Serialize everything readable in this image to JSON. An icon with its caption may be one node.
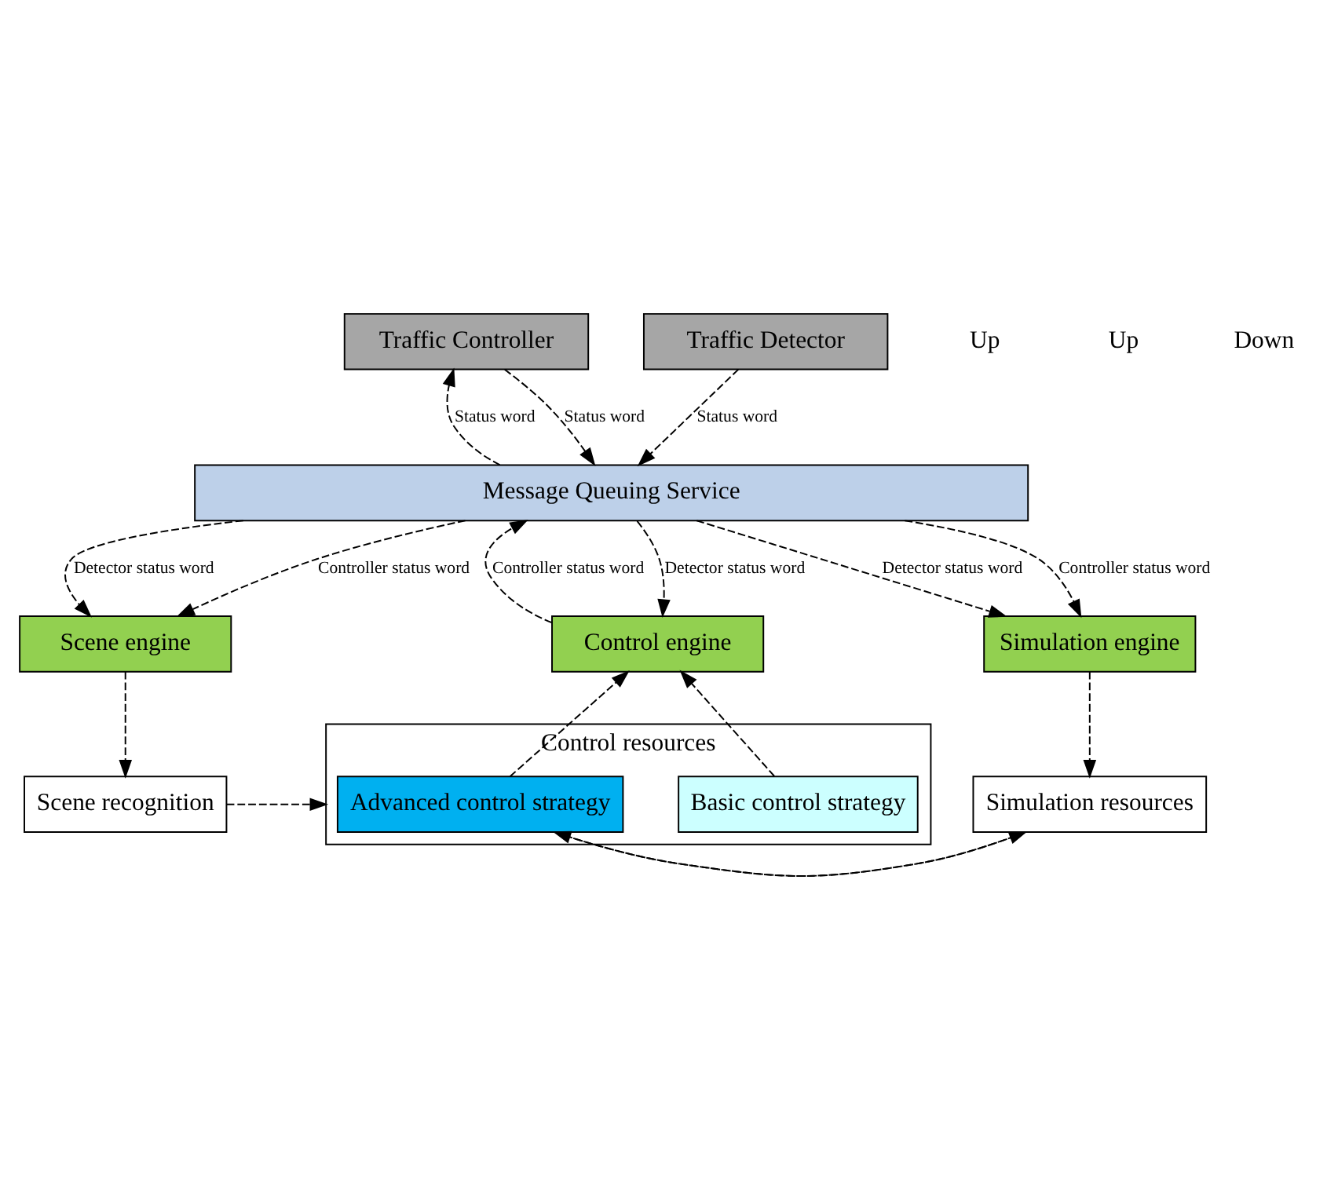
{
  "diagram": {
    "nodes": [
      {
        "text": [
          "Scene recognition"
        ]
      },
      {
        "text": [
          "Simulation resources"
        ]
      },
      {
        "text": [
          "Control resources"
        ]
      },
      {
        "text": [
          "Advanced control strategy"
        ],
        "in": 2
      },
      {
        "text": [
          "Basic control strategy"
        ],
        "in": 2
      },
      {
        "text": [
          "Scene engine"
        ]
      },
      {
        "text": [
          "Simulation engine"
        ]
      },
      {
        "text": [
          "Control engine"
        ]
      },
      {
        "text": [
          "Message Queuing Service"
        ]
      },
      {
        "text": [
          "Traffic Detector"
        ]
      },
      {
        "text": [
          "Traffic Controller"
        ]
      }
    ],
    "edges": [
      {
        "from": 0,
        "to": 2,
        "arrow": "to",
        "style": "dashed"
      },
      {
        "from": 5,
        "to": 0,
        "arrow": "to",
        "style": "dashed"
      },
      {
        "from": 6,
        "to": 1,
        "arrow": "to",
        "style": "dashed"
      },
      {
        "from": 1,
        "to": 3,
        "arrow": "to",
        "style": "dashed"
      },
      {
        "from": 3,
        "to": 1,
        "arrow": "to",
        "style": "dashed"
      },
      {
        "from": 3,
        "to": 7,
        "arrow": "to",
        "style": "dashed"
      },
      {
        "from": 4,
        "to": 7,
        "arrow": "to",
        "style": "dashed"
      },
      {
        "from": 8,
        "to": 5,
        "arrow": "to",
        "style": "dashed",
        "label": "Detector status word"
      },
      {
        "from": 8,
        "to": 5,
        "arrow": "to",
        "style": "dashed",
        "label": "Controller status word"
      },
      {
        "from": 8,
        "to": 6,
        "arrow": "to",
        "style": "dashed",
        "label": "Detector status word"
      },
      {
        "from": 8,
        "to": 6,
        "arrow": "to",
        "style": "dashed",
        "label": "Controller status word"
      },
      {
        "from": 8,
        "to": 7,
        "arrow": "to",
        "style": "dashed",
        "label": "Detector status word"
      },
      {
        "from": 7,
        "to": 8,
        "arrow": "to",
        "style": "dashed",
        "label": "Controller status word"
      },
      {
        "from": 9,
        "to": 8,
        "arrow": "to",
        "style": "dashed",
        "label": "Status word"
      },
      {
        "from": 10,
        "to": 8,
        "arrow": "to",
        "style": "dashed",
        "label": "Status word"
      },
      {
        "from": 8,
        "to": 10,
        "arrow": "to",
        "style": "dashed",
        "label": "Status word"
      }
    ],
    "labels": [
      "Up",
      "Up",
      "Down"
    ]
  }
}
